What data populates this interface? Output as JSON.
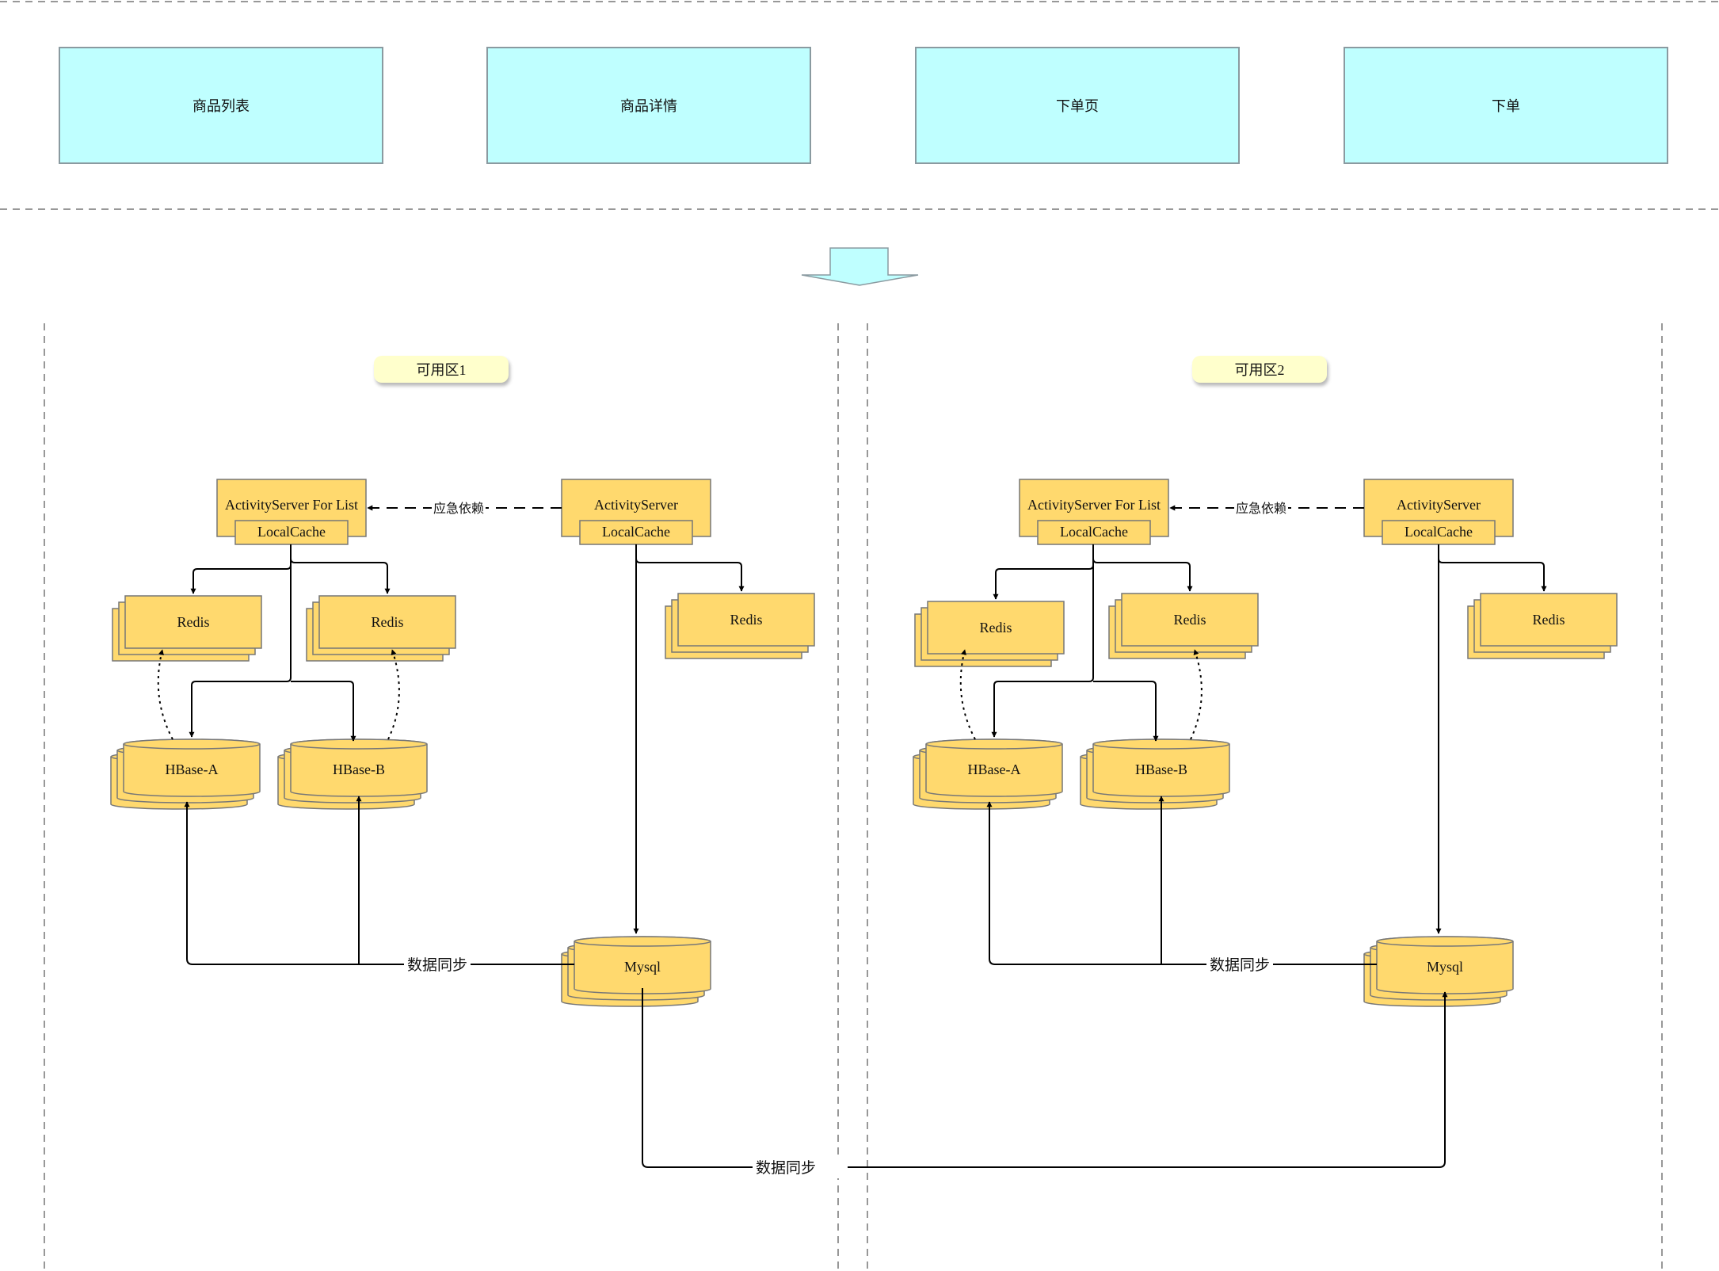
{
  "pages": [
    {
      "label": "商品列表"
    },
    {
      "label": "商品详情"
    },
    {
      "label": "下单页"
    },
    {
      "label": "下单"
    }
  ],
  "zones": [
    {
      "label": "可用区1",
      "list_server": {
        "title": "ActivityServer For List",
        "cache": "LocalCache"
      },
      "activity_server": {
        "title": "ActivityServer",
        "cache": "LocalCache"
      },
      "redis": [
        "Redis",
        "Redis",
        "Redis"
      ],
      "hbase": [
        "HBase-A",
        "HBase-B"
      ],
      "mysql": "Mysql",
      "dependency_label": "应急依赖",
      "sync_label": "数据同步"
    },
    {
      "label": "可用区2",
      "list_server": {
        "title": "ActivityServer For List",
        "cache": "LocalCache"
      },
      "activity_server": {
        "title": "ActivityServer",
        "cache": "LocalCache"
      },
      "redis": [
        "Redis",
        "Redis",
        "Redis"
      ],
      "hbase": [
        "HBase-A",
        "HBase-B"
      ],
      "mysql": "Mysql",
      "dependency_label": "应急依赖",
      "sync_label": "数据同步"
    }
  ],
  "cross_zone_sync_label": "数据同步",
  "colors": {
    "page_fill": "#bfffff",
    "component_fill": "#ffd96e",
    "zone_tag_fill": "#ffffcc",
    "outline": "#777777"
  }
}
